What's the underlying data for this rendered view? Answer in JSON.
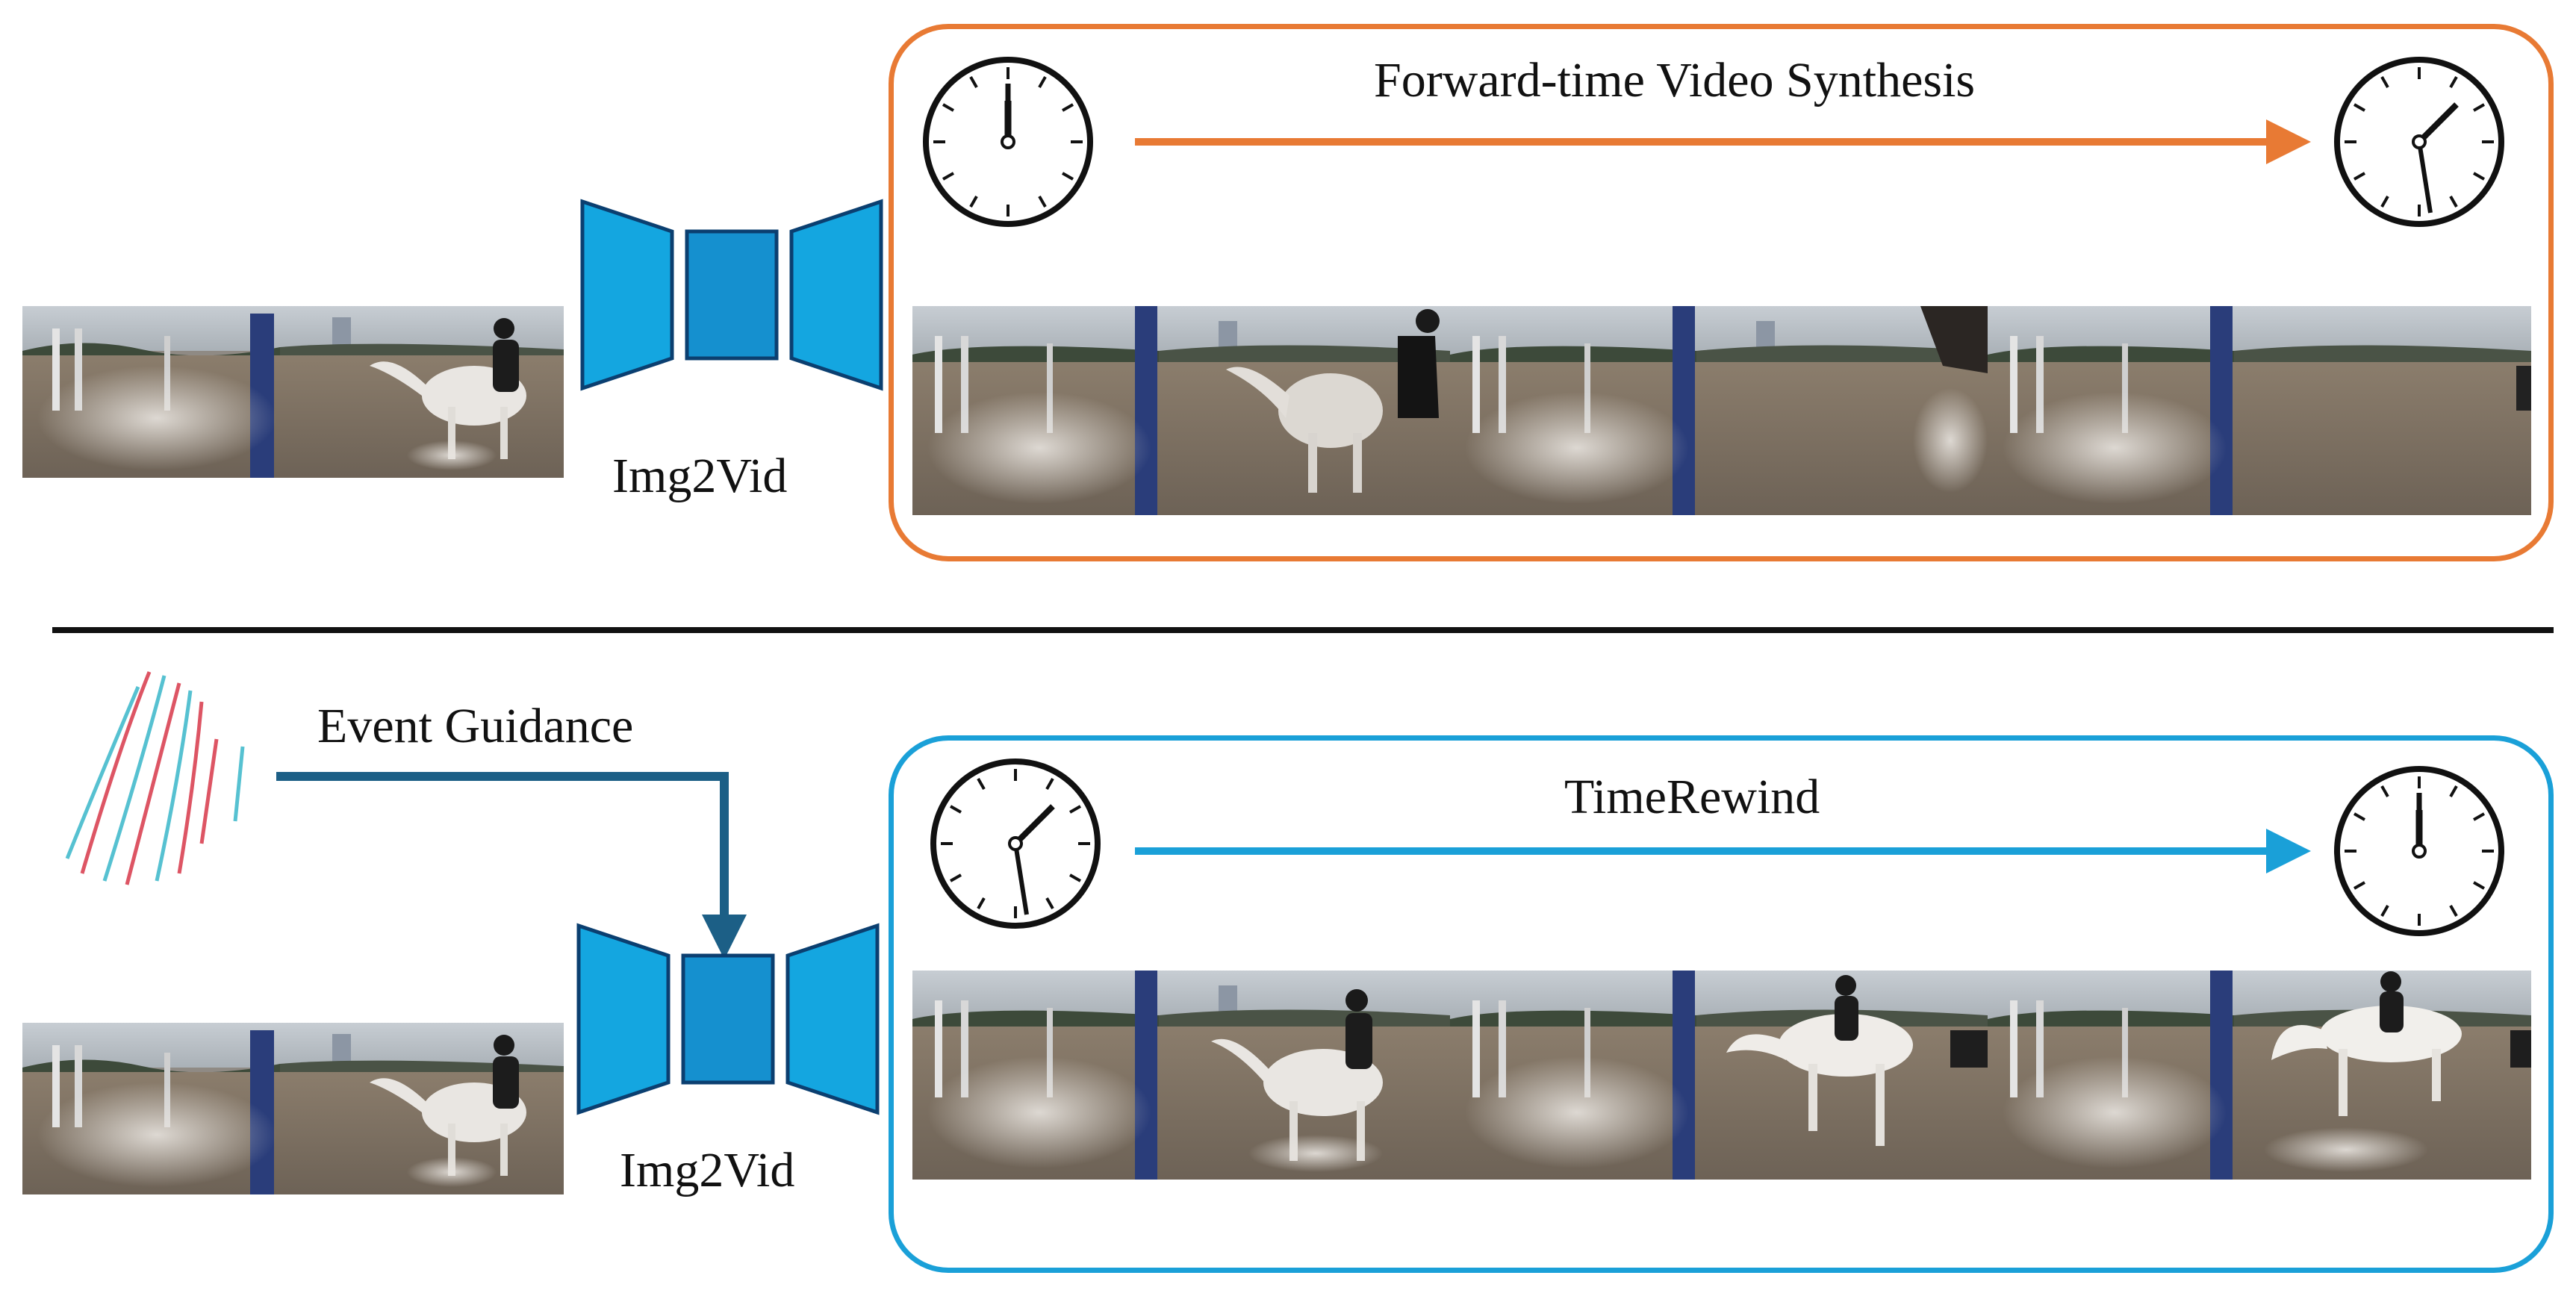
{
  "colors": {
    "forward_accent": "#e87a34",
    "rewind_accent": "#1aa0d8",
    "encoder_fill": "#14a6e0",
    "encoder_stroke": "#0b3f70",
    "guidance_arrow": "#1c5f86",
    "event_red": "#d8384a",
    "event_cyan": "#39b7c9"
  },
  "top_row": {
    "model_label": "Img2Vid",
    "panel_title": "Forward-time Video Synthesis",
    "clock_start": "12:00",
    "clock_end": "1:32",
    "input_frames": [
      "dust-frame",
      "horse-rider-frame"
    ],
    "output_frames": [
      "dust-frame",
      "horse-rider-blur-frame",
      "dust-frame",
      "horse-gone-frame",
      "dust-frame",
      "empty-arena-frame"
    ]
  },
  "bottom_row": {
    "guidance_label": "Event Guidance",
    "model_label": "Img2Vid",
    "panel_title": "TimeRewind",
    "clock_start": "1:32",
    "clock_end": "12:00",
    "input_frames": [
      "dust-frame",
      "horse-rider-frame"
    ],
    "output_frames": [
      "dust-frame",
      "horse-rider-frame",
      "dust-frame",
      "horse-rider-jump-frame",
      "dust-frame",
      "horse-rider-leap-frame"
    ]
  }
}
